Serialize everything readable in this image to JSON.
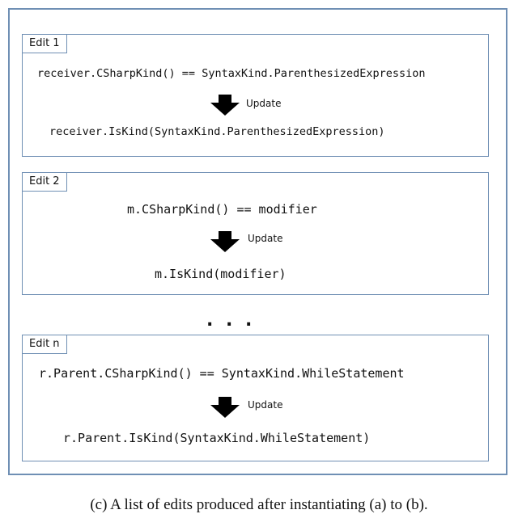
{
  "edits": [
    {
      "label": "Edit 1",
      "before": "receiver.CSharpKind() == SyntaxKind.ParenthesizedExpression",
      "update_label": "Update",
      "after": "receiver.IsKind(SyntaxKind.ParenthesizedExpression)"
    },
    {
      "label": "Edit 2",
      "before": "m.CSharpKind() == modifier",
      "update_label": "Update",
      "after": "m.IsKind(modifier)"
    },
    {
      "label": "Edit n",
      "before": "r.Parent.CSharpKind() == SyntaxKind.WhileStatement",
      "update_label": "Update",
      "after": "r.Parent.IsKind(SyntaxKind.WhileStatement)"
    }
  ],
  "ellipsis": ". . .",
  "caption": "(c) A list of edits produced after instantiating (a) to (b)."
}
